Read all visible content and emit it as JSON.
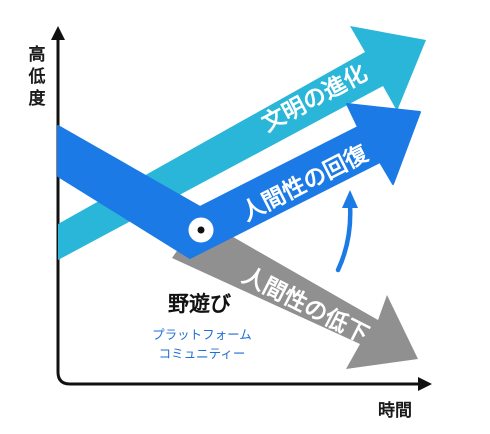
{
  "axes": {
    "y_label": "高低度",
    "x_label": "時間"
  },
  "arrows": {
    "civilization": "文明の進化",
    "humanity_recovery": "人間性の回復",
    "humanity_decline": "人間性の低下"
  },
  "turning_point": {
    "title": "野遊び",
    "subtitle_line1": "プラットフォーム",
    "subtitle_line2": "コミュニティー"
  },
  "colors": {
    "civilization_arrow": "#29b6d9",
    "recovery_arrow": "#1b7ae6",
    "decline_arrow": "#909090",
    "axis": "#111111"
  }
}
